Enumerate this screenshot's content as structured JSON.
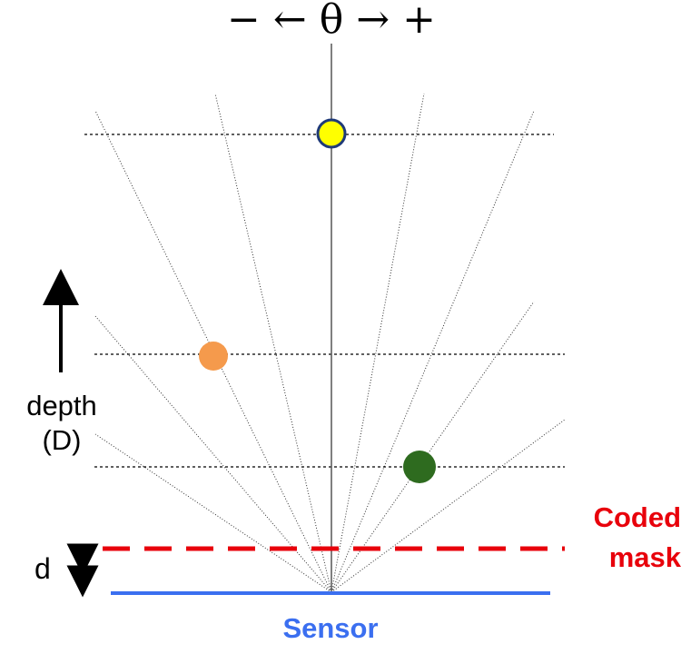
{
  "diagram": {
    "angle_label": "− ← θ → +",
    "depth_label_line1": "depth",
    "depth_label_line2": "(D)",
    "separation_label": "d",
    "mask_label_line1": "Coded",
    "mask_label_line2": "mask",
    "sensor_label": "Sensor"
  },
  "colors": {
    "mask": "#e8000b",
    "sensor": "#3b6ff0",
    "point_near": "#2e6b1f",
    "point_mid": "#f59a4c",
    "point_far": "#ffff00",
    "point_far_outline": "#1f3a78"
  },
  "points": [
    {
      "name": "far-point",
      "depth_level": "far",
      "theta_sign": "0"
    },
    {
      "name": "mid-point",
      "depth_level": "mid",
      "theta_sign": "-"
    },
    {
      "name": "near-point",
      "depth_level": "near",
      "theta_sign": "+"
    }
  ]
}
